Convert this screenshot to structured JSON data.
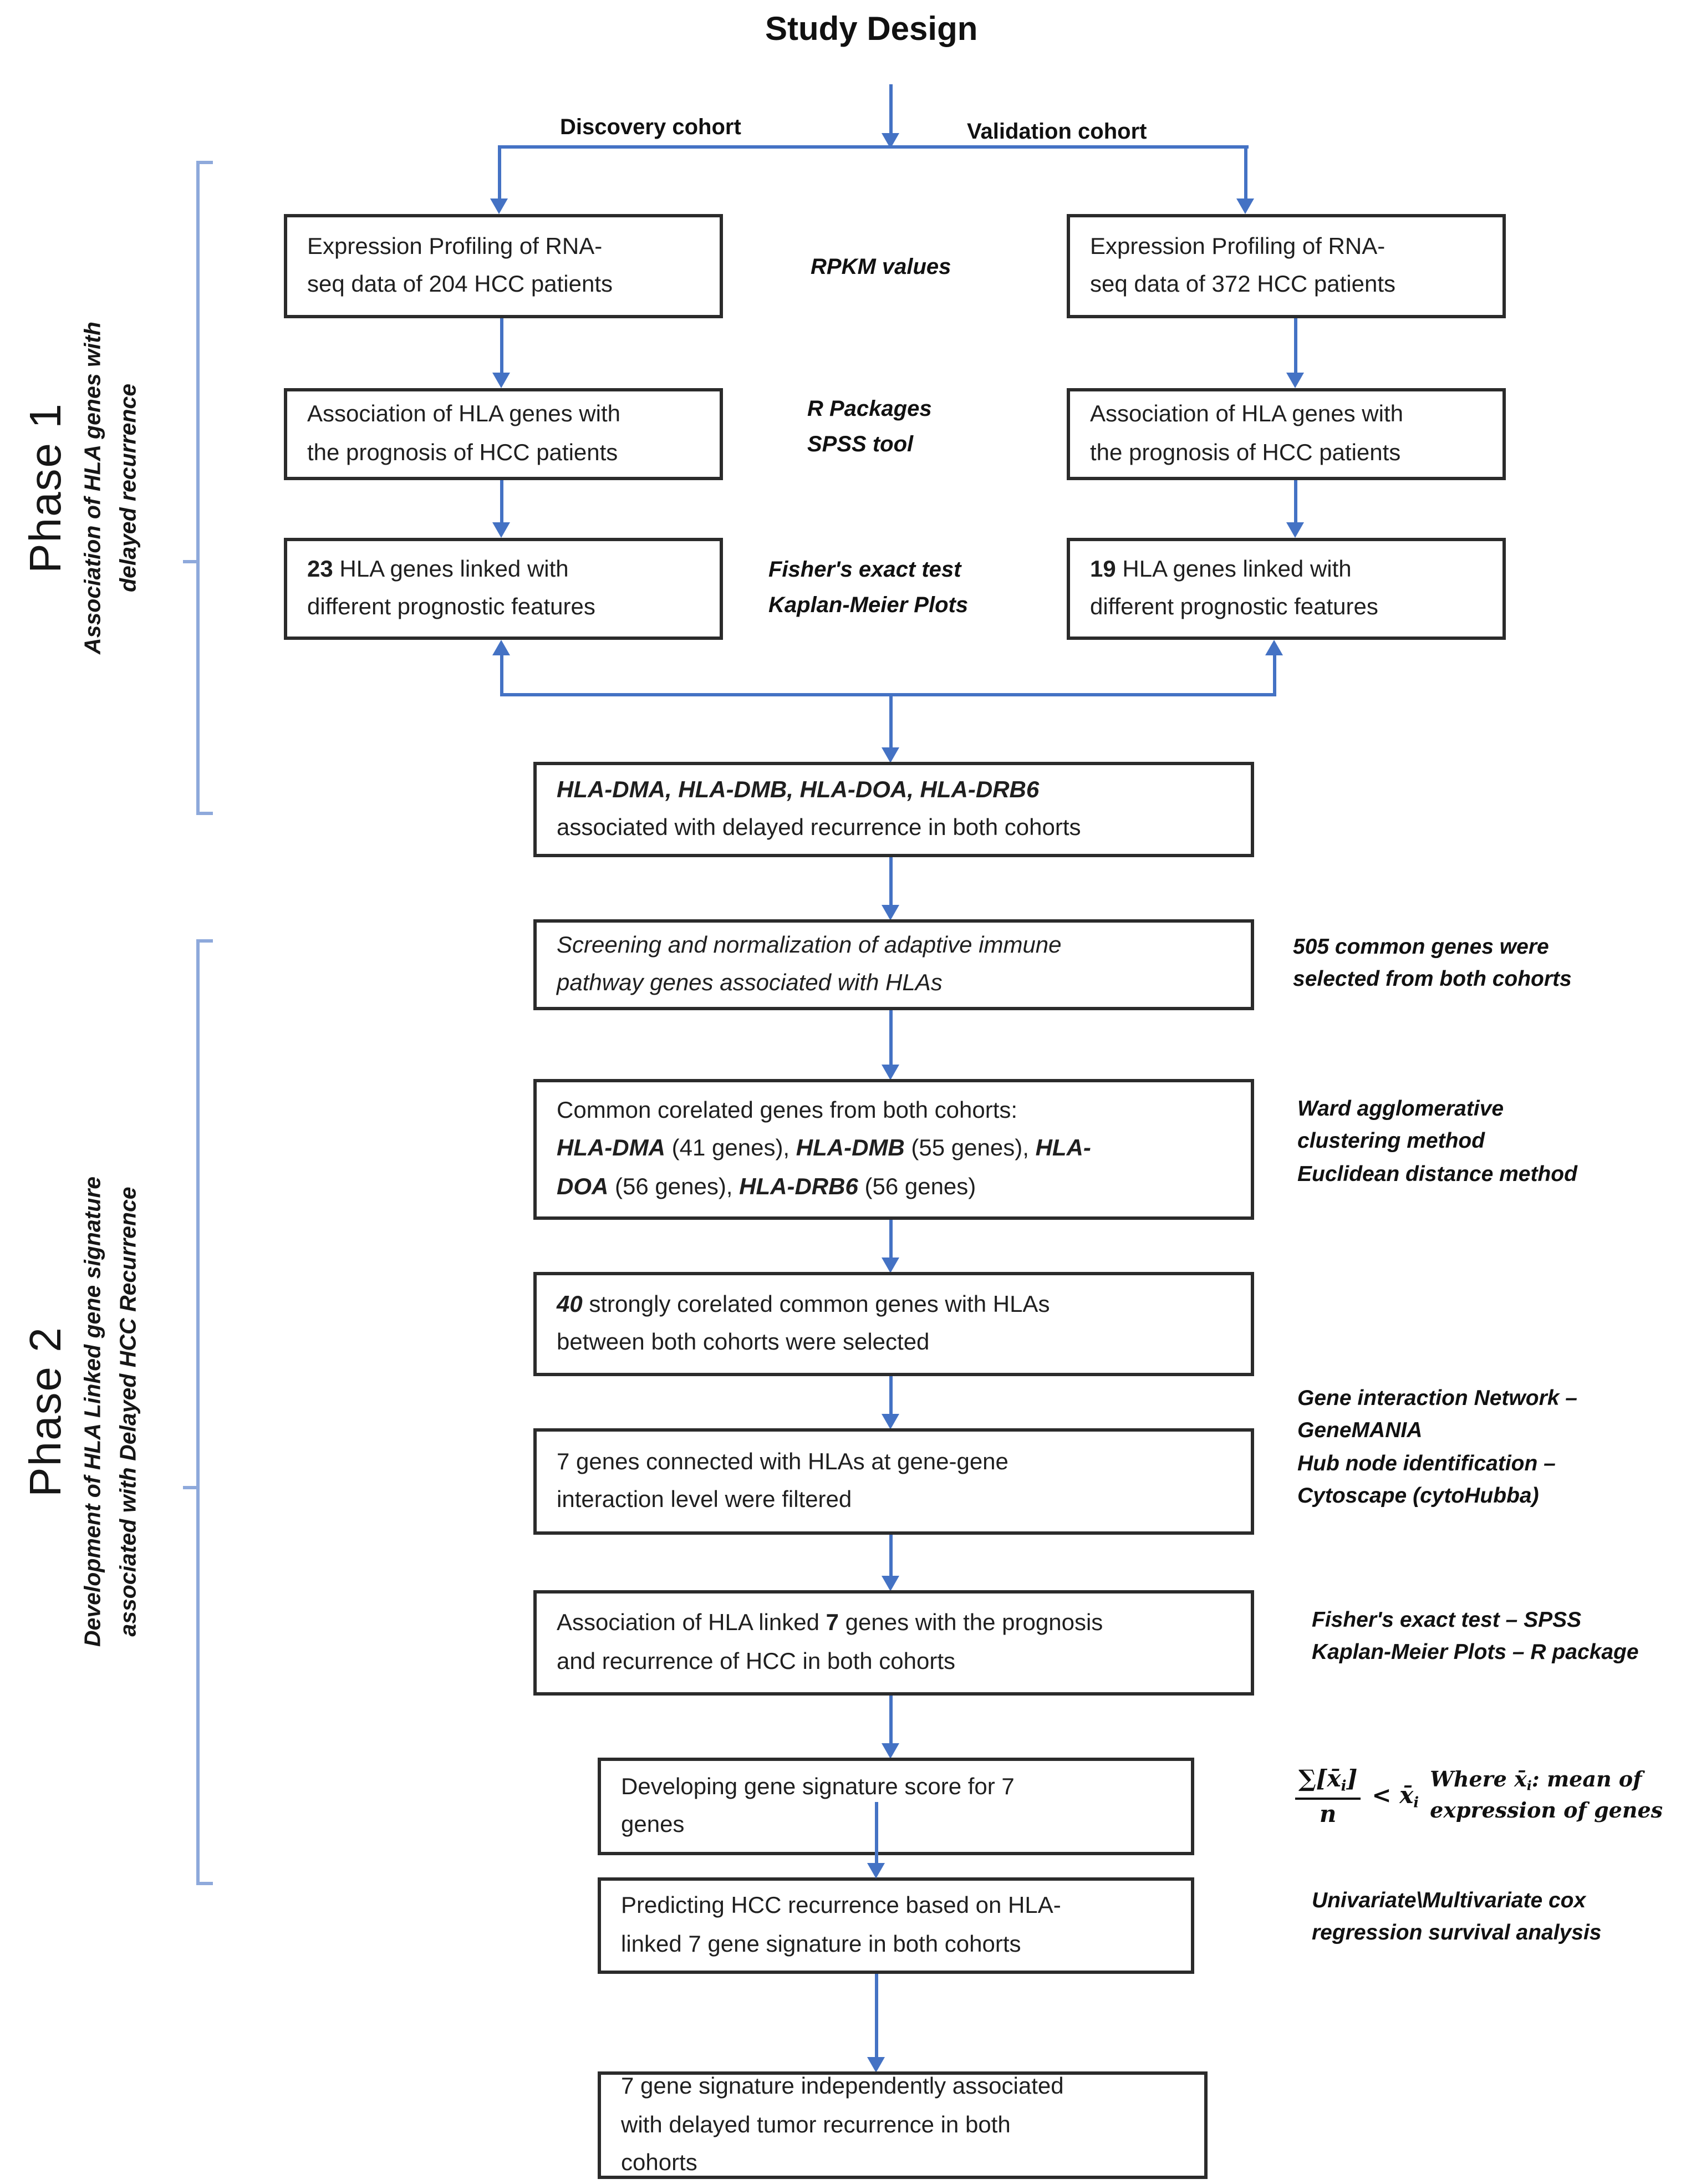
{
  "title": "Study Design",
  "cohort_labels": {
    "discovery": "Discovery cohort",
    "validation": "Validation cohort"
  },
  "phase1": {
    "label": "Phase 1",
    "sublabel": [
      "Association of HLA genes with",
      "delayed recurrence"
    ],
    "left": {
      "expression": [
        "Expression Profiling of RNA-",
        "seq data of 204 HCC patients"
      ],
      "association": [
        "Association of HLA genes with",
        "the prognosis of HCC patients"
      ],
      "linked_num": "23",
      "linked_line1": " HLA genes linked with",
      "linked_line2": "different prognostic features"
    },
    "right": {
      "expression": [
        "Expression Profiling of RNA-",
        "seq data of 372 HCC patients"
      ],
      "association": [
        "Association of HLA genes with",
        "the prognosis of HCC patients"
      ],
      "linked_num": "19",
      "linked_line1": " HLA genes linked with",
      "linked_line2": "different prognostic features"
    },
    "tools": {
      "rpkm": "RPKM values",
      "packages": [
        "R Packages",
        "SPSS tool"
      ],
      "fisher": [
        "Fisher's exact test",
        "Kaplan-Meier Plots"
      ]
    }
  },
  "merged_box": {
    "line1": "HLA-DMA, HLA-DMB, HLA-DOA, HLA-DRB6",
    "line2": "associated with delayed recurrence in both cohorts"
  },
  "phase2": {
    "label": "Phase 2",
    "sublabel": [
      "Development of HLA Linked gene signature",
      "associated with Delayed HCC Recurrence"
    ],
    "screening": [
      "Screening and normalization of adaptive immune",
      "pathway genes associated with HLAs"
    ],
    "common": {
      "intro": "Common corelated genes from both cohorts:",
      "gene1": "HLA-DMA",
      "count1": " (41 genes), ",
      "gene2": "HLA-DMB",
      "count2": " (55 genes), ",
      "gene3a": "HLA-",
      "gene3b": "DOA",
      "count3": " (56 genes),  ",
      "gene4": "HLA-DRB6",
      "count4": " (56 genes)"
    },
    "forty": {
      "num": "40",
      "line1_rest": " strongly corelated common genes with HLAs",
      "line2": "between both cohorts were selected"
    },
    "seven": [
      "7 genes connected with HLAs at gene-gene",
      "interaction level were filtered"
    ],
    "assoc7": {
      "pre": "Association of HLA linked ",
      "num": "7",
      "post": " genes with the prognosis",
      "line2": "and recurrence of HCC in both cohorts"
    },
    "developing": [
      "Developing gene signature score for 7",
      "genes"
    ],
    "predicting": [
      "Predicting HCC recurrence based on HLA-",
      "linked 7 gene signature in both cohorts"
    ],
    "final": [
      "7 gene signature independently associated",
      "with delayed tumor recurrence in both",
      "cohorts"
    ]
  },
  "annotations": {
    "genes505": [
      "505 common genes were",
      "selected from both cohorts"
    ],
    "ward": [
      "Ward agglomerative",
      "clustering method",
      "Euclidean distance method"
    ],
    "network": [
      "Gene interaction Network –",
      "GeneMANIA",
      "Hub node identification –",
      "Cytoscape (cytoHubba)"
    ],
    "fisher_spss": [
      "Fisher's exact test –  SPSS",
      "Kaplan-Meier Plots – R package"
    ],
    "formula": {
      "sum": "∑[x̄",
      "sub_i": "i",
      "bracket_close": "]",
      "den": "n",
      "lt": "<",
      "xbar": "x̄",
      "note1a": "Where x̄",
      "note1b": ": mean of",
      "note2": "expression of genes"
    },
    "cox": [
      "Univariate\\Multivariate cox",
      "regression survival analysis"
    ]
  },
  "colors": {
    "arrow": "#4472C4",
    "bracket": "#8EA9DB",
    "box_border": "#2b2b2b"
  }
}
